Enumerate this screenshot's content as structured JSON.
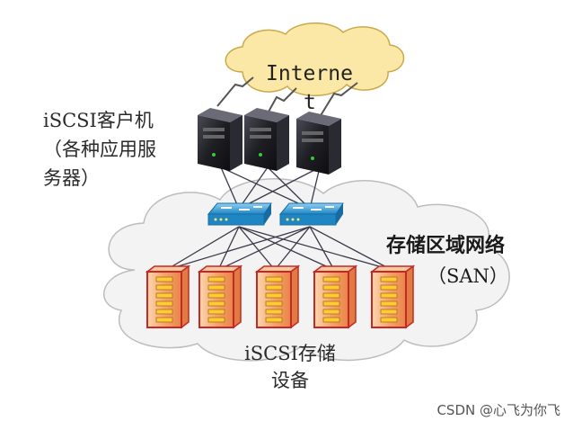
{
  "labels": {
    "internet_line1": "Interne",
    "internet_line2": "t",
    "client_line1": "iSCSI客户机",
    "client_line2": "（各种应用服",
    "client_line3": "务器）",
    "san_line1": "存储区域网络",
    "san_line2": "（SAN）",
    "storage_line1": "iSCSI存储",
    "storage_line2": "设备",
    "watermark": "CSDN @心飞为你飞"
  },
  "colors": {
    "cloud_fill": "#fbe8a6",
    "cloud_stroke": "#c9a94a",
    "san_cloud_fill": "#f4f4f4",
    "san_cloud_stroke": "#b8b8b8",
    "storage_fill": "#f6a56a",
    "storage_stroke": "#c62828",
    "switch_fill": "#3aa0d8",
    "server_fill": "#1e1e24",
    "link_stroke": "#3a3a4a"
  },
  "nodes": {
    "servers": 3,
    "switches": 2,
    "storage_devices": 5
  }
}
